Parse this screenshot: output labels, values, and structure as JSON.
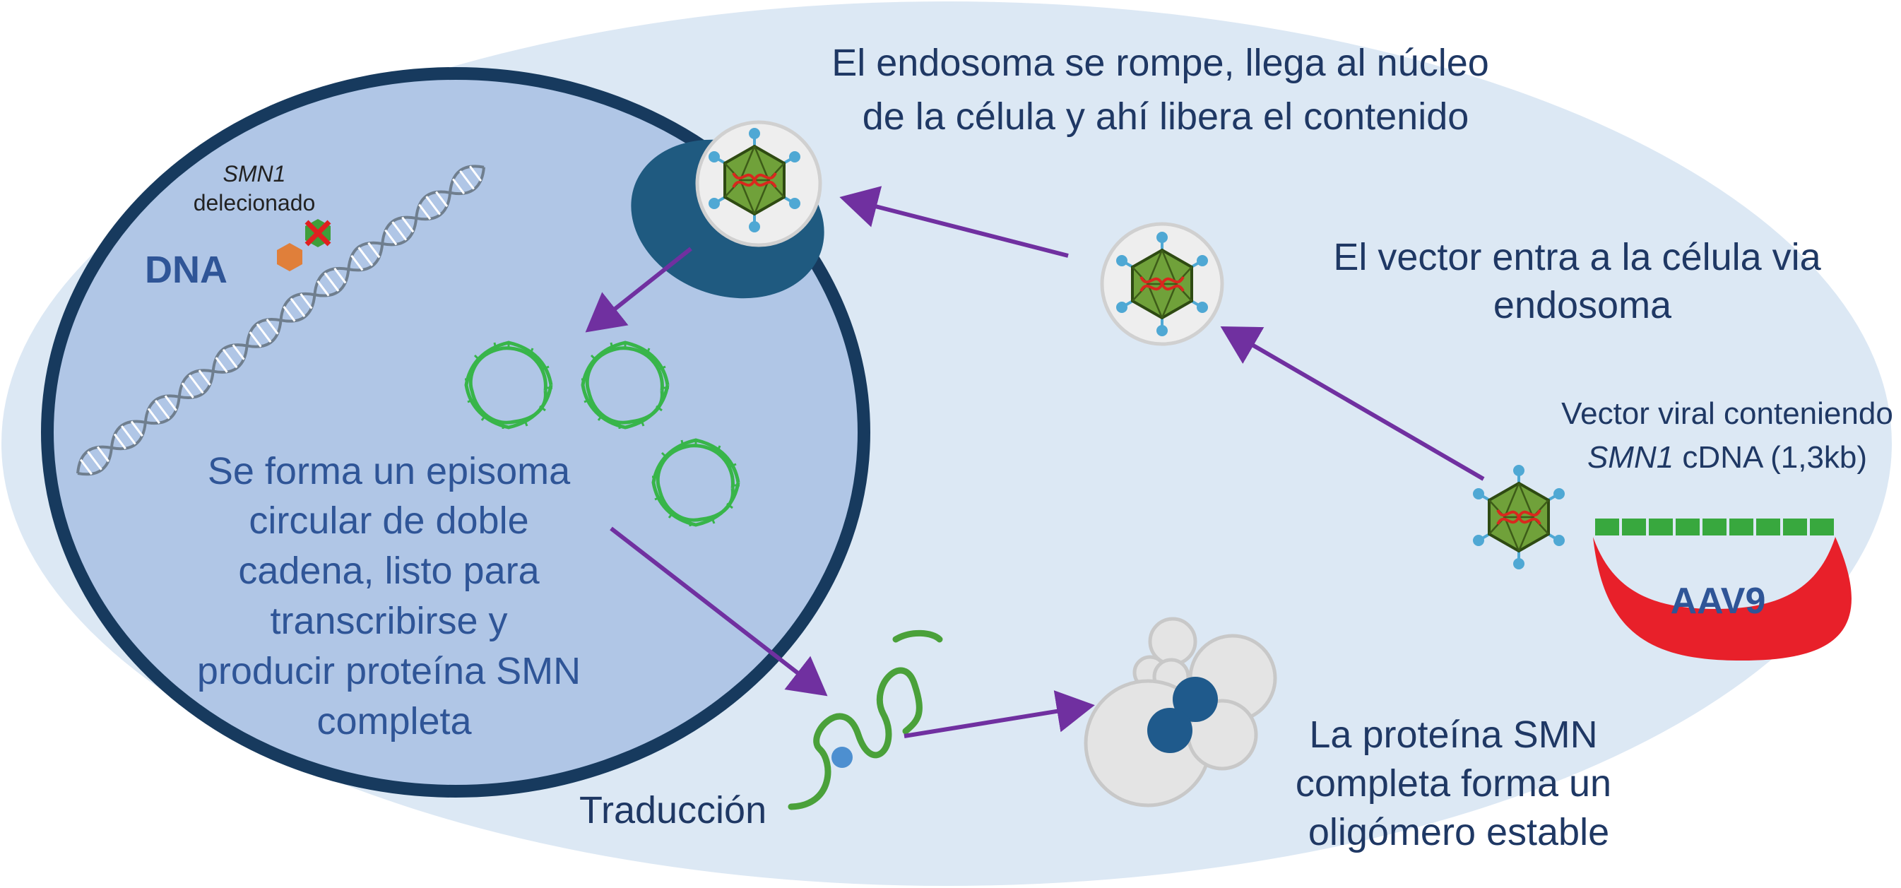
{
  "labels": {
    "dna": "DNA",
    "smn1_gene": "SMN1",
    "smn1_deleted": "delecionado",
    "endosome_breaks": [
      "El endosoma se rompe, llega al núcleo",
      "de la célula y ahí libera el contenido"
    ],
    "vector_enters": [
      "El vector entra a la célula via",
      "endosoma"
    ],
    "viral_vector": [
      "Vector viral conteniendo"
    ],
    "viral_vector_gene": "SMN1",
    "viral_vector_rest": " cDNA (1,3kb)",
    "aav9": "AAV9",
    "episome": [
      "Se forma un episoma",
      "circular de doble",
      "cadena, listo para",
      "transcribirse y",
      "producir proteína SMN",
      "completa"
    ],
    "translation": "Traducción",
    "oligomer": [
      "La proteína SMN",
      "completa  forma un",
      "oligómero estable"
    ]
  },
  "colors": {
    "cell": "#dce8f4",
    "nucleus_fill": "#b0c6e6",
    "nucleus_border": "#173a5e",
    "endosome": "#1f5a80",
    "arrow": "#7030a0",
    "text_dark": "#1f3864",
    "text_blue": "#2f5597",
    "dna_green": "#38b54a",
    "capsid_green": "#70a13a",
    "aav_red": "#e8202a",
    "protein_blue": "#1f5a8c"
  },
  "icons": [
    "dna-helix-icon",
    "aav-capsid-icon",
    "episome-ring-icon",
    "mrna-strand-icon",
    "ribosome-icon",
    "protein-oligomer-icon",
    "cross-mark-icon"
  ]
}
